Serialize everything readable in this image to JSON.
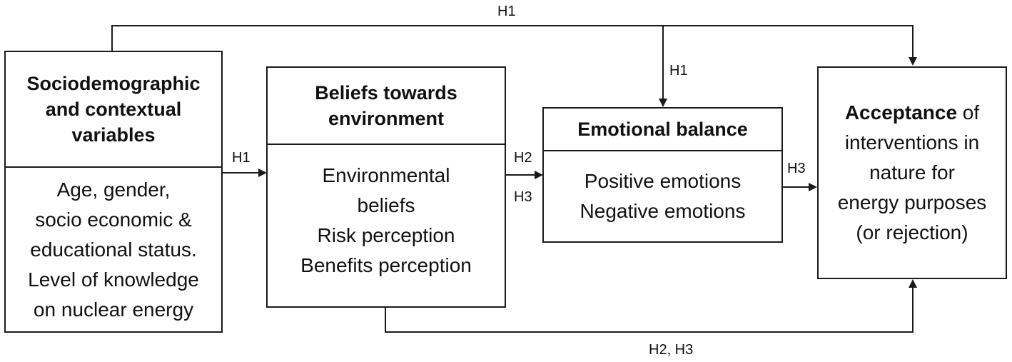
{
  "boxes": {
    "sociodemographic": {
      "title_lines": [
        "Sociodemographic",
        "and contextual",
        "variables"
      ],
      "body_lines": [
        "Age, gender,",
        "socio economic &",
        "educational status.",
        "Level of knowledge",
        "on nuclear energy"
      ]
    },
    "beliefs": {
      "title_lines": [
        "Beliefs towards",
        "environment"
      ],
      "body_lines": [
        "Environmental",
        "beliefs",
        "Risk perception",
        "Benefits perception"
      ]
    },
    "emotional": {
      "title": "Emotional balance",
      "body_lines": [
        "Positive emotions",
        "Negative emotions"
      ]
    },
    "acceptance": {
      "bold_word": "Acceptance",
      "first_line_rest": " of",
      "body_lines": [
        "interventions in",
        "nature for",
        "energy purposes",
        "(or rejection)"
      ]
    }
  },
  "edge_labels": {
    "top_h1": "H1",
    "mid_h1": "H1",
    "socio_to_beliefs": "H1",
    "beliefs_to_emotional_a": "H2",
    "beliefs_to_emotional_b": "H3",
    "emotional_to_acceptance": "H3",
    "bottom": "H2, H3"
  }
}
